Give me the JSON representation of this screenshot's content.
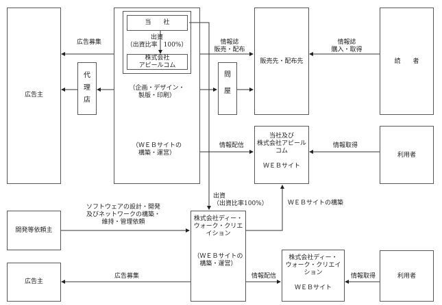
{
  "diagram": {
    "title": "Business structure diagram",
    "nodes": {
      "advertiser_top": "広告主",
      "agency": "代\n理\n店",
      "company_group_note_design": "（企画・デザイン・\n製版・印刷）",
      "company_group_note_web": "（ＷＥＢサイトの\n構築・運営）",
      "our_company": "当　　社",
      "investment_label": "出資\n（出資比率　100%）",
      "appealcom": "株式会社\nアピールコム",
      "wholesaler": "問\n\n屋",
      "sales_dest": "販売先・配布先",
      "reader": "読　　者",
      "web_site_group": "当社及び\n株式会社アピール\nコム\n\nＷＥＢサイト",
      "user_top": "利用者",
      "dev_client": "開発等依頼主",
      "advertiser_bottom": "広告主",
      "dwalk": "株式会社ディー・\nウォーク・クリエ\nイション\n\n\n（ＷＥＢサイトの\n構築・運営）",
      "dwalk_web": "株式会社ディー・\nウォーク・クリエイ\nション\n\nＷＥＢサイト",
      "user_bottom": "利用者"
    },
    "edge_labels": {
      "ad_recruit_top": "広告募集",
      "magazine_sales": "情報誌\n販売・配布",
      "magazine_purchase": "情報誌\n購入・取得",
      "info_delivery_top": "情報配信",
      "info_acquire_top": "情報取得",
      "investment_dwalk": "出資\n（出資比率100%）",
      "web_build": "ＷＥＢサイトの構築",
      "software_request": "ソフトウェアの設計・開発\n及びネットワークの構築・\n維持・管理依頼",
      "ad_recruit_bottom": "広告募集",
      "info_delivery_bottom": "情報配信",
      "info_acquire_bottom": "情報取得"
    },
    "colors": {
      "line": "#333333",
      "border": "#555555"
    }
  }
}
